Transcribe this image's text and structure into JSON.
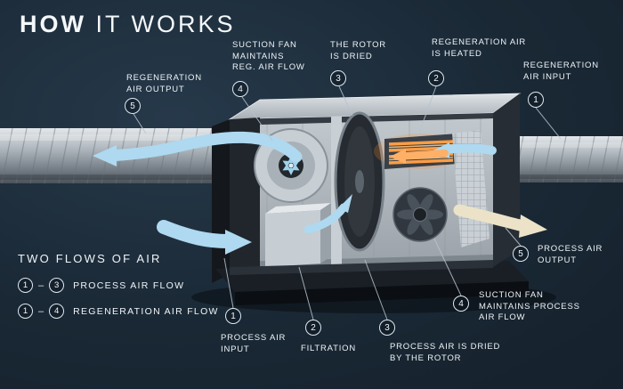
{
  "title": {
    "bold": "HOW",
    "rest": " IT WORKS"
  },
  "legend": {
    "heading": "TWO FLOWS OF AIR",
    "separator": "–",
    "items": [
      {
        "start": "1",
        "end": "3",
        "label": "PROCESS AIR FLOW"
      },
      {
        "start": "1",
        "end": "4",
        "label": "REGENERATION AIR FLOW"
      }
    ]
  },
  "callouts": {
    "regen_output": {
      "num": "5",
      "label": "REGENERATION\nAIR OUTPUT"
    },
    "suction_fan_reg": {
      "num": "4",
      "label": "SUCTION FAN\nMAINTAINS\nREG. AIR FLOW"
    },
    "rotor_dried": {
      "num": "3",
      "label": "THE ROTOR\nIS DRIED"
    },
    "regen_heated": {
      "num": "2",
      "label": "REGENERATION AIR\nIS HEATED"
    },
    "regen_input": {
      "num": "1",
      "label": "REGENERATION\nAIR INPUT"
    },
    "process_input": {
      "num": "1",
      "label": "PROCESS AIR\nINPUT"
    },
    "filtration": {
      "num": "2",
      "label": "FILTRATION"
    },
    "process_dried": {
      "num": "3",
      "label": "PROCESS AIR IS DRIED\nBY THE ROTOR"
    },
    "suction_fan_process": {
      "num": "4",
      "label": "SUCTION FAN\nMAINTAINS PROCESS\nAIR FLOW"
    },
    "process_output": {
      "num": "5",
      "label": "PROCESS AIR\nOUTPUT"
    }
  },
  "colors": {
    "background": "#1a2835",
    "text": "#f2f7fa",
    "flow_blue": "#aed9f0",
    "heater_orange": "#ff9d45",
    "process_output_cream": "#ebe2c8"
  }
}
